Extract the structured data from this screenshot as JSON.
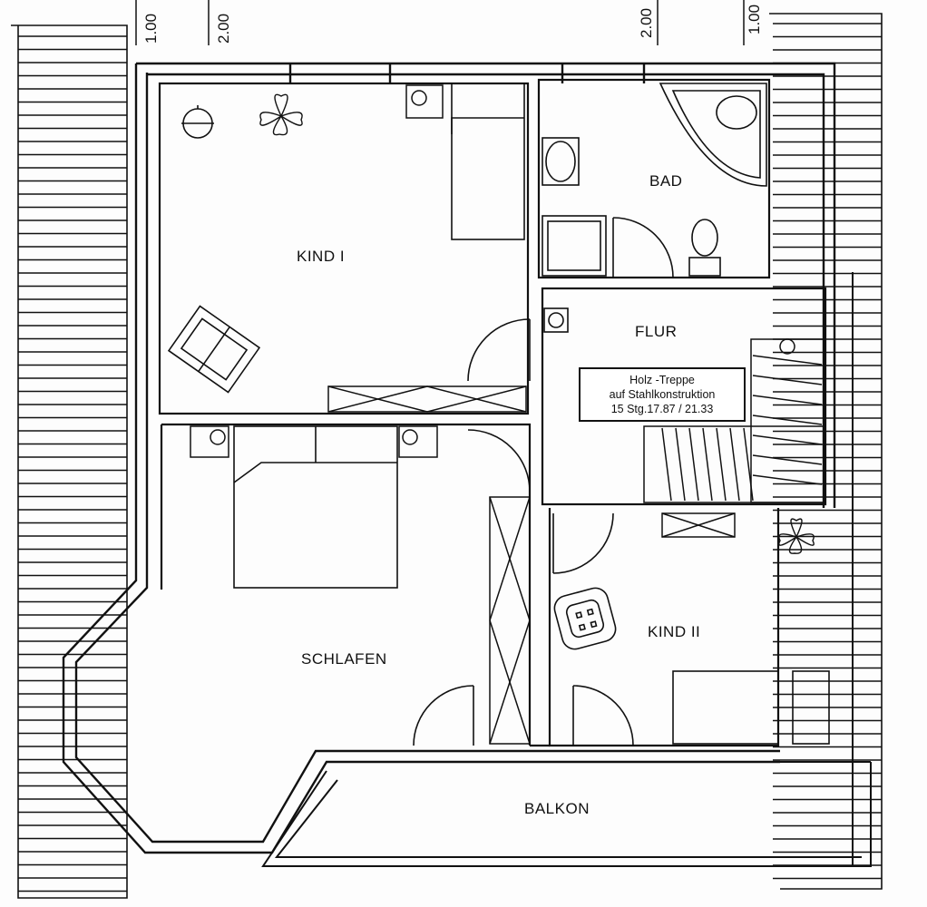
{
  "rooms": {
    "kind1": "KIND I",
    "bad": "BAD",
    "flur": "FLUR",
    "schlafen": "SCHLAFEN",
    "kind2": "KIND II",
    "balkon": "BALKON"
  },
  "stair_note": {
    "line1": "Holz -Treppe",
    "line2": "auf Stahlkonstruktion",
    "line3": "15 Stg.17.87 / 21.33"
  },
  "dimensions": {
    "d1": "1.00",
    "d2": "2.00",
    "d3": "2.00",
    "d4": "1.00"
  },
  "icons": [
    "plant-icon",
    "round-table-icon",
    "chair-icon",
    "nightstand-lamp-icon",
    "bathtub-icon",
    "washbasin-icon",
    "shower-tray-icon",
    "toilet-icon",
    "staircase-icon",
    "wardrobe-icon",
    "bed-icon"
  ],
  "colors": {
    "ink": "#111111",
    "paper": "#fdfdfd"
  }
}
